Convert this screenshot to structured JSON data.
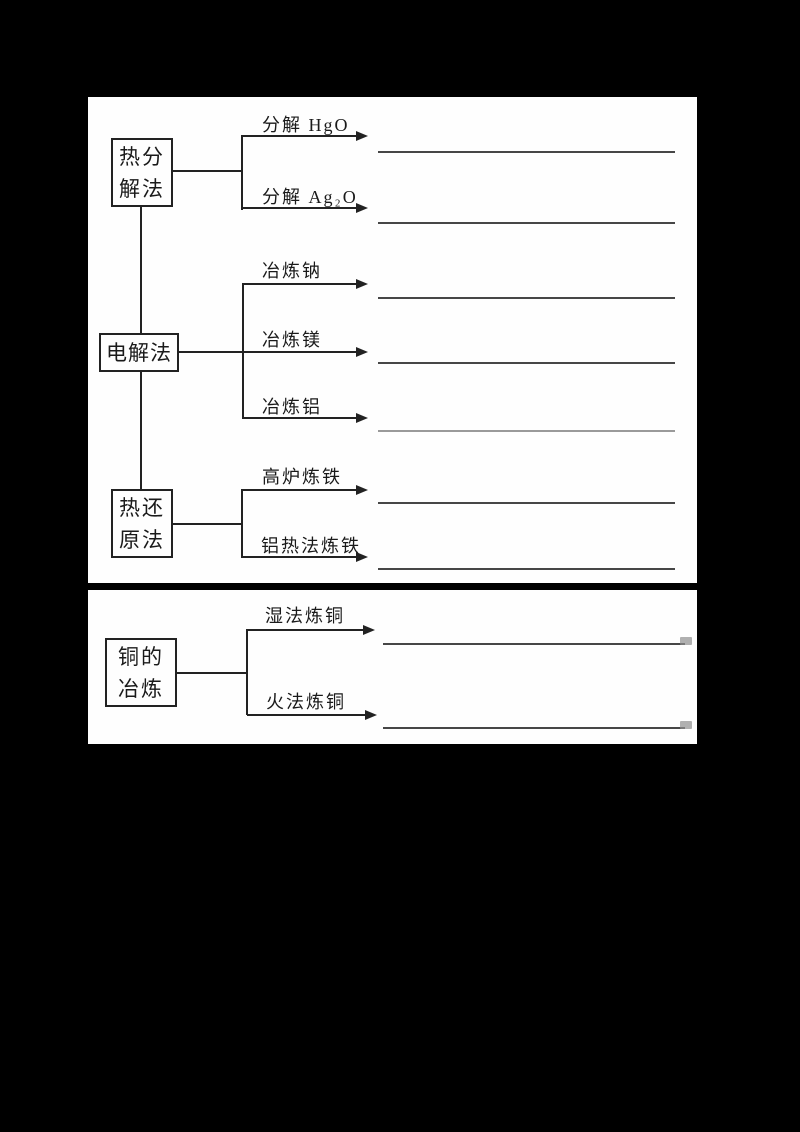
{
  "colors": {
    "background": "#000000",
    "panel": "#fefefe",
    "ink": "#222222",
    "blank_line": "#474747",
    "blank_line_light": "#9a9a9a"
  },
  "diagram1": {
    "sections": [
      {
        "box": "热分\n解法",
        "branches": [
          {
            "label": "分解 HgO"
          },
          {
            "label": "分解 Ag₂O"
          }
        ]
      },
      {
        "box": "电解法",
        "branches": [
          {
            "label": "冶炼钠"
          },
          {
            "label": "冶炼镁"
          },
          {
            "label": "冶炼铝"
          }
        ]
      },
      {
        "box": "热还\n原法",
        "branches": [
          {
            "label": "高炉炼铁"
          },
          {
            "label": "铝热法炼铁"
          }
        ]
      }
    ]
  },
  "diagram2": {
    "box": "铜的\n冶炼",
    "branches": [
      {
        "label": "湿法炼铜"
      },
      {
        "label": "火法炼铜"
      }
    ]
  }
}
